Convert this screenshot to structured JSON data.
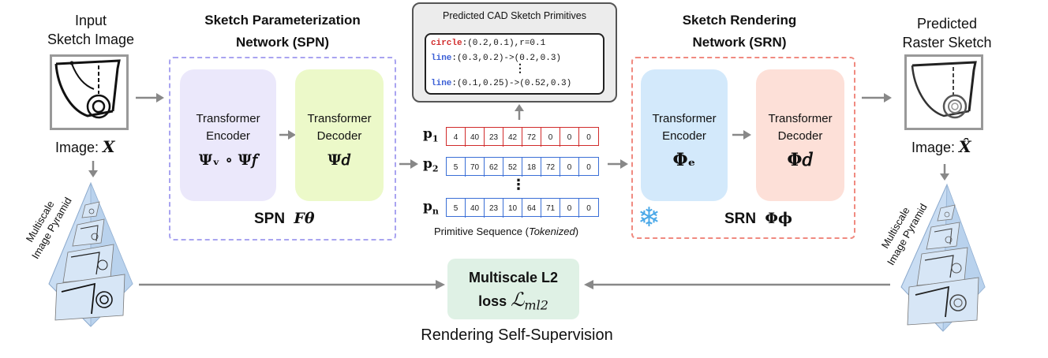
{
  "input": {
    "title_line1": "Input",
    "title_line2": "Sketch Image",
    "image_label": "Image: ",
    "image_var": "X"
  },
  "output": {
    "title_line1": "Predicted",
    "title_line2": "Raster Sketch",
    "image_label": "Image: ",
    "image_var": "X̂"
  },
  "spn": {
    "title_line1": "Sketch Parameterization",
    "title_line2": "Network (SPN)",
    "encoder_label_line1": "Transformer",
    "encoder_label_line2": "Encoder",
    "encoder_math": "Ψᵥ ∘ Ψ𝑓",
    "decoder_label_line1": "Transformer",
    "decoder_label_line2": "Decoder",
    "decoder_math": "Ψ𝑑",
    "footer_abbrev": "SPN",
    "footer_math": "𝑭θ"
  },
  "srn": {
    "title_line1": "Sketch Rendering",
    "title_line2": "Network (SRN)",
    "encoder_label_line1": "Transformer",
    "encoder_label_line2": "Encoder",
    "encoder_math": "Φₑ",
    "decoder_label_line1": "Transformer",
    "decoder_label_line2": "Decoder",
    "decoder_math": "Φ𝑑",
    "footer_abbrev": "SRN",
    "footer_math": "Φϕ"
  },
  "primitives_box": {
    "title": "Predicted CAD Sketch Primitives",
    "lines": [
      {
        "keyword": "circle",
        "rest": ":(0.2,0.1),r=0.1",
        "color": "#d12b2b"
      },
      {
        "keyword": "line",
        "rest": ":(0.3,0.2)->(0.2,0.3)",
        "color": "#3b5fd6"
      },
      {
        "keyword": "line",
        "rest": ":(0.1,0.25)->(0.52,0.3)",
        "color": "#3b5fd6"
      }
    ],
    "ellipsis": "⋮"
  },
  "sequence": {
    "rows": [
      {
        "label": "p",
        "sub": "1",
        "cells": [
          "4",
          "40",
          "23",
          "42",
          "72",
          "0",
          "0",
          "0"
        ],
        "color": "#d12b2b"
      },
      {
        "label": "p",
        "sub": "2",
        "cells": [
          "5",
          "70",
          "62",
          "52",
          "18",
          "72",
          "0",
          "0"
        ],
        "color": "#3b6fd6"
      },
      {
        "label": "p",
        "sub": "n",
        "cells": [
          "5",
          "40",
          "23",
          "10",
          "64",
          "71",
          "0",
          "0"
        ],
        "color": "#3b6fd6"
      }
    ],
    "ellipsis": "⋮",
    "caption_main": "Primitive Sequence (",
    "caption_italic": "Tokenized",
    "caption_end": ")"
  },
  "pyramid": {
    "label_line1": "Multiscale",
    "label_line2": "Image Pyramid"
  },
  "loss": {
    "line1": "Multiscale L2",
    "line2": "loss ",
    "math": "ℒ",
    "math_sub": "ml2",
    "caption": "Rendering Self-Supervision"
  },
  "icons": {
    "freeze": "❄"
  },
  "colors": {
    "spn_border": "#a9a4f0",
    "srn_border": "#f08a80",
    "encoder_spn": "#ebe8fb",
    "decoder_spn": "#ecf9c9",
    "encoder_srn": "#d3e9fb",
    "decoder_srn": "#fde0d8",
    "loss_bg": "#dff1e5",
    "arrow": "#888888",
    "pyramid": "#b7d3f0"
  }
}
